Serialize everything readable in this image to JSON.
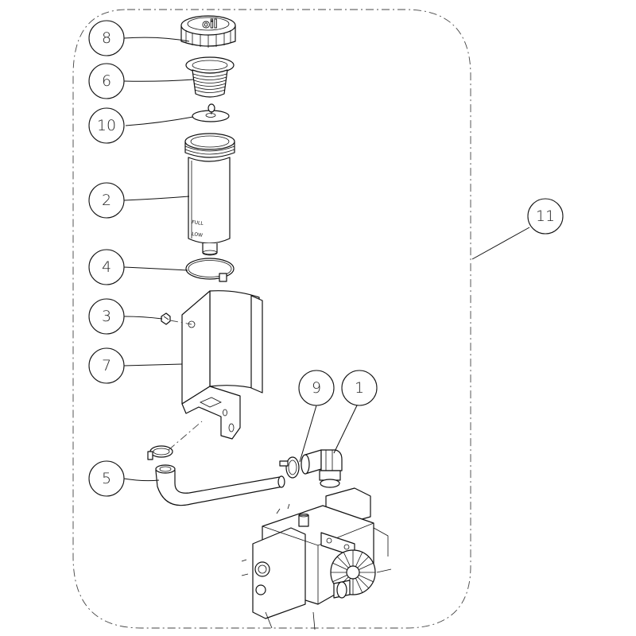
{
  "callouts": [
    {
      "id": "c8",
      "label": "8"
    },
    {
      "id": "c6",
      "label": "6"
    },
    {
      "id": "c10",
      "label": "10"
    },
    {
      "id": "c2",
      "label": "2"
    },
    {
      "id": "c4",
      "label": "4"
    },
    {
      "id": "c3",
      "label": "3"
    },
    {
      "id": "c7",
      "label": "7"
    },
    {
      "id": "c5",
      "label": "5"
    },
    {
      "id": "c9",
      "label": "9"
    },
    {
      "id": "c1",
      "label": "1"
    },
    {
      "id": "c11",
      "label": "11"
    }
  ],
  "cap_logo_text": "oil",
  "reservoir_marks": [
    "FULL",
    "LOW"
  ]
}
